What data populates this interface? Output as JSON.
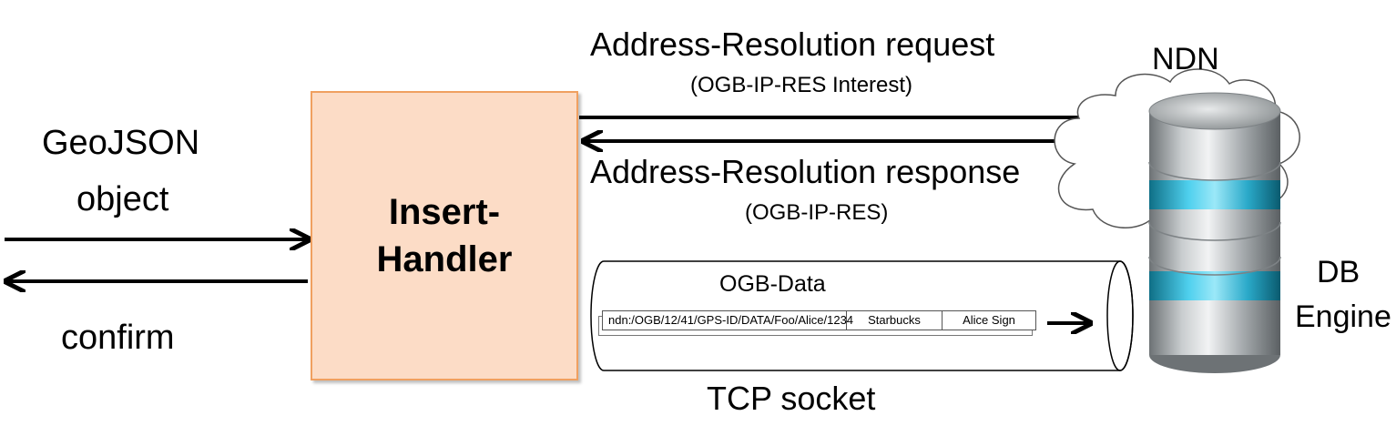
{
  "left": {
    "input_label_line1": "GeoJSON",
    "input_label_line2": "object",
    "output_label": "confirm"
  },
  "handler": {
    "label": "Insert-\nHandler"
  },
  "request": {
    "label": "Address-Resolution  request",
    "sublabel": "(OGB-IP-RES Interest)"
  },
  "response": {
    "label": "Address-Resolution response",
    "sublabel": "(OGB-IP-RES)"
  },
  "network": {
    "cloud_label": "NDN"
  },
  "database": {
    "label_line1": "DB",
    "label_line2": "Engine"
  },
  "socket": {
    "label": "TCP socket",
    "packet_title": "OGB-Data",
    "packet_fields": [
      "ndn:/OGB/12/41/GPS-ID/DATA/Foo/Alice/1234",
      "Starbucks",
      "Alice Sign"
    ]
  },
  "colors": {
    "handler_fill": "#fcdcc6",
    "handler_border": "#f0a060",
    "db_band": "#2aa9c9"
  }
}
